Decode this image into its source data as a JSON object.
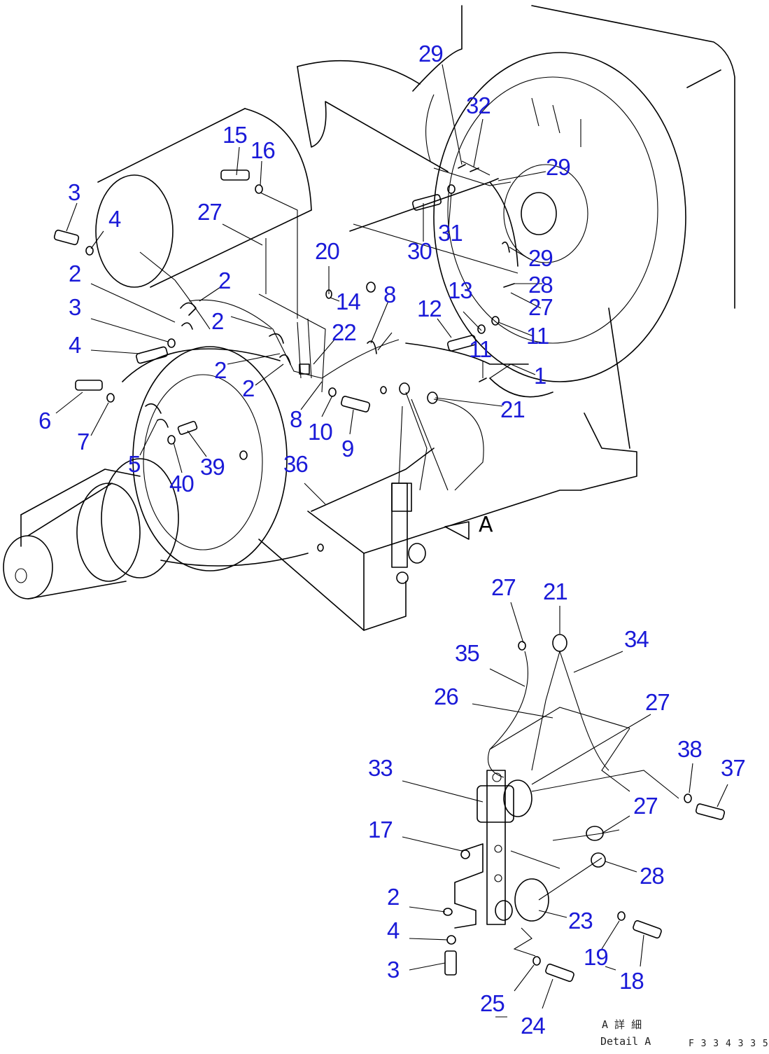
{
  "callouts": [
    {
      "key": "c29a",
      "text": "29"
    },
    {
      "key": "c32",
      "text": "32"
    },
    {
      "key": "c29b",
      "text": "29"
    },
    {
      "key": "c15",
      "text": "15"
    },
    {
      "key": "c16",
      "text": "16"
    },
    {
      "key": "c3a",
      "text": "3"
    },
    {
      "key": "c4a",
      "text": "4"
    },
    {
      "key": "c27a",
      "text": "27"
    },
    {
      "key": "c20",
      "text": "20"
    },
    {
      "key": "c31",
      "text": "31"
    },
    {
      "key": "c30",
      "text": "30"
    },
    {
      "key": "c29c",
      "text": "29"
    },
    {
      "key": "c28a",
      "text": "28"
    },
    {
      "key": "c27b",
      "text": "27"
    },
    {
      "key": "c2a",
      "text": "2"
    },
    {
      "key": "c2b",
      "text": "2"
    },
    {
      "key": "c14",
      "text": "14"
    },
    {
      "key": "c8a",
      "text": "8"
    },
    {
      "key": "c13",
      "text": "13"
    },
    {
      "key": "c12",
      "text": "12"
    },
    {
      "key": "c3b",
      "text": "3"
    },
    {
      "key": "c2c",
      "text": "2"
    },
    {
      "key": "c22",
      "text": "22"
    },
    {
      "key": "c11a",
      "text": "11"
    },
    {
      "key": "c11b",
      "text": "11"
    },
    {
      "key": "c4b",
      "text": "4"
    },
    {
      "key": "c2d",
      "text": "2"
    },
    {
      "key": "c2e",
      "text": "2"
    },
    {
      "key": "c1",
      "text": "1"
    },
    {
      "key": "c21a",
      "text": "21"
    },
    {
      "key": "c6",
      "text": "6"
    },
    {
      "key": "c8b",
      "text": "8"
    },
    {
      "key": "c10",
      "text": "10"
    },
    {
      "key": "c7",
      "text": "7"
    },
    {
      "key": "c9",
      "text": "9"
    },
    {
      "key": "c5",
      "text": "5"
    },
    {
      "key": "c39",
      "text": "39"
    },
    {
      "key": "c36",
      "text": "36"
    },
    {
      "key": "c40",
      "text": "40"
    },
    {
      "key": "c27c",
      "text": "27"
    },
    {
      "key": "c21b",
      "text": "21"
    },
    {
      "key": "c34",
      "text": "34"
    },
    {
      "key": "c35",
      "text": "35"
    },
    {
      "key": "c26",
      "text": "26"
    },
    {
      "key": "c27d",
      "text": "27"
    },
    {
      "key": "c38",
      "text": "38"
    },
    {
      "key": "c37",
      "text": "37"
    },
    {
      "key": "c33",
      "text": "33"
    },
    {
      "key": "c27e",
      "text": "27"
    },
    {
      "key": "c17",
      "text": "17"
    },
    {
      "key": "c28b",
      "text": "28"
    },
    {
      "key": "c2f",
      "text": "2"
    },
    {
      "key": "c23",
      "text": "23"
    },
    {
      "key": "c4c",
      "text": "4"
    },
    {
      "key": "c19",
      "text": "19"
    },
    {
      "key": "c3c",
      "text": "3"
    },
    {
      "key": "c18",
      "text": "18"
    },
    {
      "key": "c25",
      "text": "25"
    },
    {
      "key": "c24",
      "text": "24"
    }
  ],
  "view_marker": "A",
  "detail_caption_jp": "A 詳 細",
  "detail_caption_en": "Detail A",
  "drawing_number": "F 3 3 4 3 3 5",
  "colors": {
    "callout": "#1a1ad8",
    "line": "#000000",
    "background": "#ffffff"
  }
}
